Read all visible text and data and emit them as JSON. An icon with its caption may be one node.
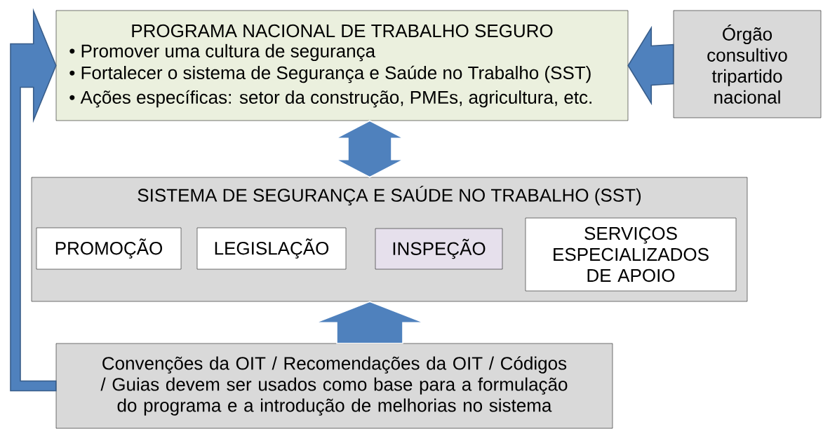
{
  "diagram": {
    "nodes": [
      {
        "text": [
          "PROGRAMA NACIONAL DE TRABALHO SEGURO",
          "• Promover uma cultura de segurança",
          "• Fortalecer o sistema de Segurança e Saúde no Trabalho (SST)",
          "• Ações específicas: setor da construção, PMEs, agricultura, etc."
        ]
      },
      {
        "text": [
          "Órgão consultivo tripartido nacional"
        ]
      },
      {
        "text": [
          "SISTEMA DE SEGURANÇA E SAÚDE NO TRABALHO (SST)"
        ]
      },
      {
        "text": [
          "PROMOÇÃO"
        ],
        "in": 2
      },
      {
        "text": [
          "LEGISLAÇÃO"
        ],
        "in": 2
      },
      {
        "text": [
          "INSPEÇÃO"
        ],
        "in": 2
      },
      {
        "text": [
          "SERVIÇOS ESPECIALIZADOS DE APOIO"
        ],
        "in": 2
      },
      {
        "text": [
          "Convenções da OIT / Recomendações da OIT / Códigos / Guias devem ser usados como base para a formulação do programa e a introdução de melhorias no sistema"
        ]
      }
    ],
    "edges": [
      {
        "from": 1,
        "to": 0,
        "arrow": "to"
      },
      {
        "from": 2,
        "to": 0,
        "arrow": "both"
      },
      {
        "from": 7,
        "to": 2,
        "arrow": "to"
      },
      {
        "from": 7,
        "to": 0,
        "arrow": "to"
      }
    ]
  }
}
